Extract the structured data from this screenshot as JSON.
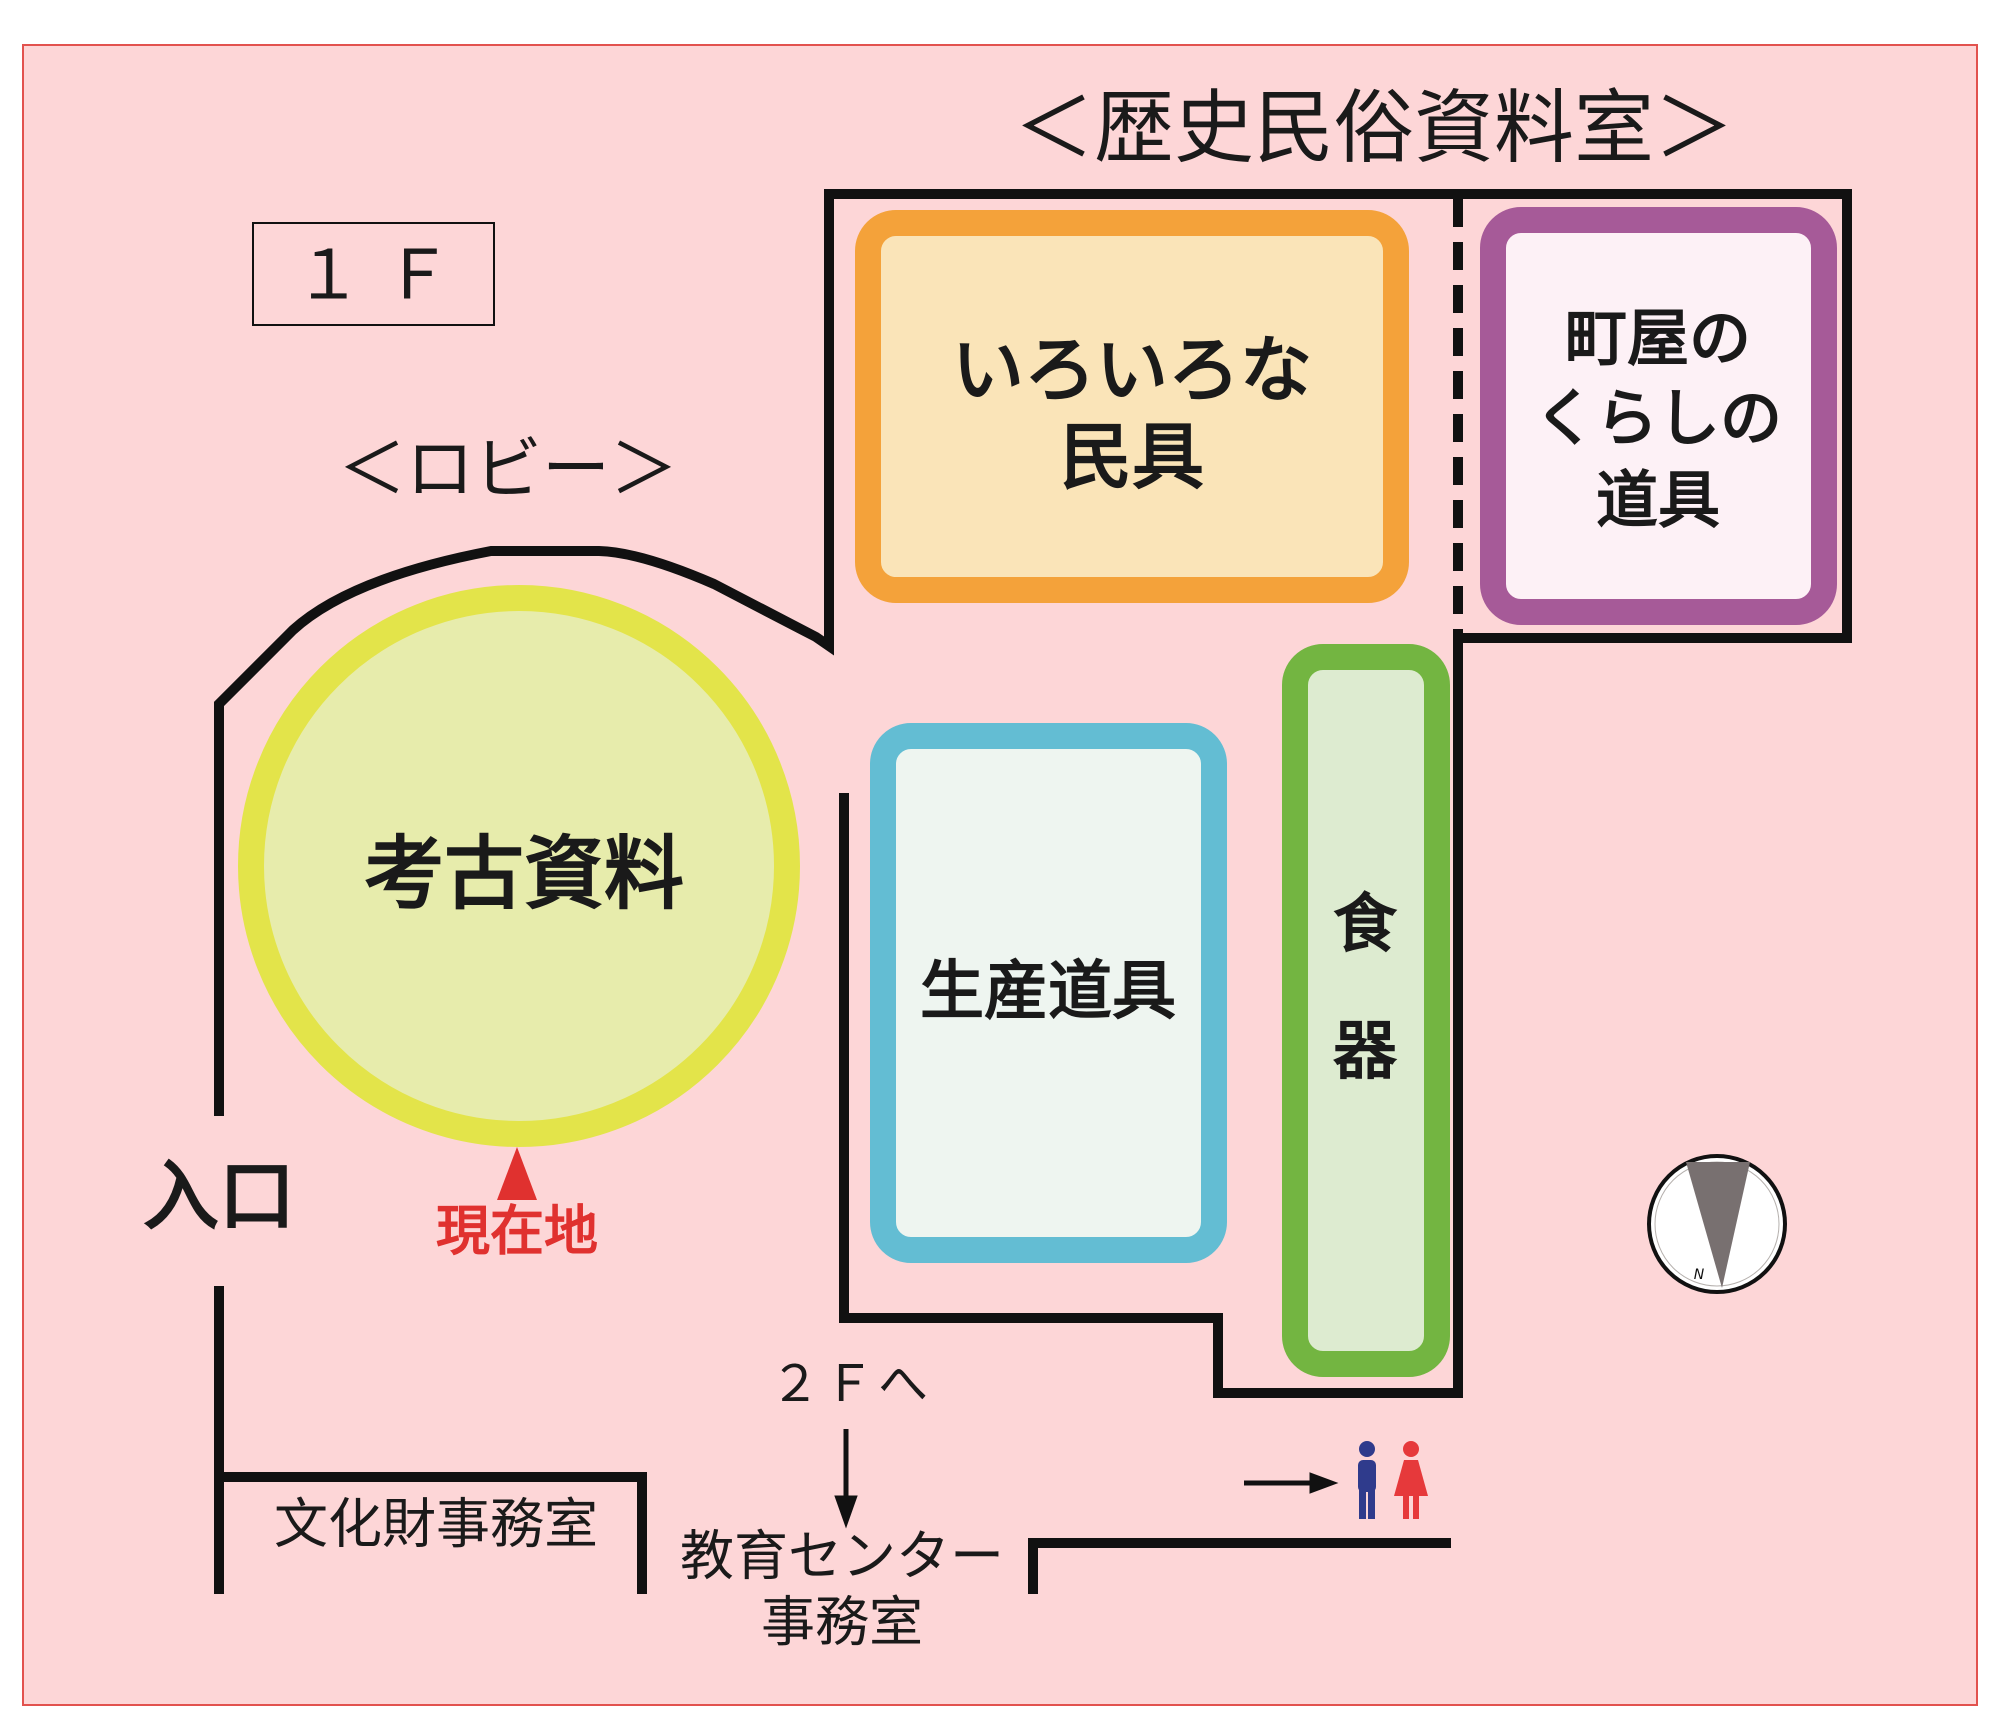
{
  "map": {
    "floor_label": "１ Ｆ",
    "lobby_label": "＜ロビー＞",
    "hall_title": "＜歴史民俗資料室＞",
    "entrance_label": "入口",
    "current_location_label": "現在地",
    "to_second_floor_label": "２Ｆへ",
    "restroom_icons": [
      "man-icon",
      "woman-icon"
    ],
    "arrow_icons": [
      "arrow-down-icon",
      "arrow-right-icon"
    ],
    "compass": {
      "icon": "compass-icon",
      "north_label": "N"
    }
  },
  "exhibits": {
    "archaeology": {
      "lines": [
        "考古資料"
      ]
    },
    "folk_tools": {
      "lines": [
        "いろいろな",
        "民具"
      ]
    },
    "townhouse_tools": {
      "lines": [
        "町屋の",
        "くらしの",
        "道具"
      ]
    },
    "production_tools": {
      "lines": [
        "生産道具"
      ]
    },
    "tableware": {
      "lines": [
        "食",
        "器"
      ]
    }
  },
  "offices": {
    "cultural_property_office": "文化財事務室",
    "education_center_office": {
      "lines": [
        "教育センター",
        "事務室"
      ]
    }
  },
  "colors": {
    "map_background": "#fdd6d7",
    "map_border": "#e2524e",
    "wall": "#111111",
    "text": "#1a1a1a",
    "archaeology_ring": "#e3e44a",
    "archaeology_fill": "#e7ecac",
    "folk_tools_border": "#f4a23a",
    "folk_tools_fill": "#fae4b8",
    "townhouse_border": "#a65a98",
    "townhouse_fill": "#fdf1f6",
    "production_border": "#63bdd3",
    "production_fill": "#eef5f0",
    "tableware_border": "#73b541",
    "tableware_fill": "#ddebd0",
    "current_location": "#e0312f",
    "man_icon": "#2f3b8c",
    "woman_icon": "#e6393b",
    "compass_face": "#ffffff",
    "compass_needle": "#787070"
  }
}
